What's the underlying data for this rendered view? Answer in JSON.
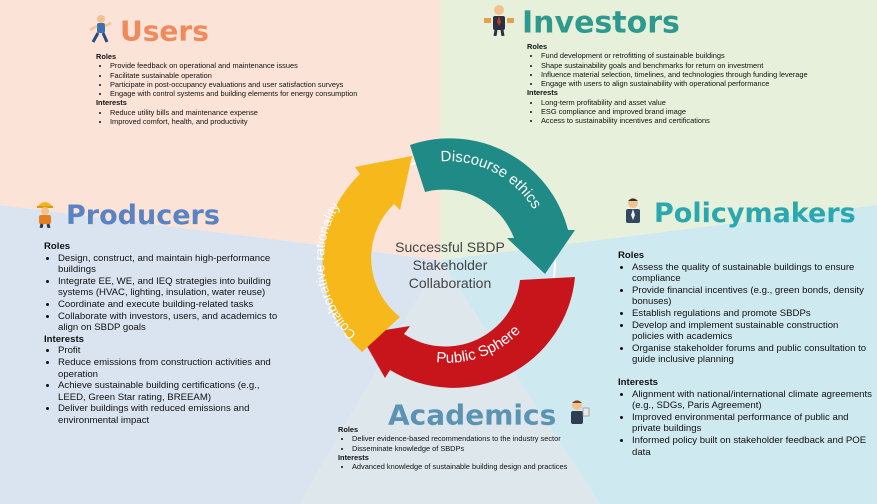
{
  "center_text": [
    "Successful SBDP",
    "Stakeholder",
    "Collaboration"
  ],
  "arrows": {
    "discourse_ethics": "Discourse ethics",
    "public_sphere": "Public Sphere",
    "collaborative_rationality": "Collaborative rationality"
  },
  "users": {
    "title": "Users",
    "roles_label": "Roles",
    "roles": [
      "Provide feedback on operational and maintenance issues",
      "Facilitate sustainable operation",
      "Participate in post-occupancy evaluations and user satisfaction surveys",
      "Engage with control systems and building elements for energy consumption"
    ],
    "interests_label": "Interests",
    "interests": [
      "Reduce utility bills and maintenance expense",
      "Improved comfort, health, and productivity"
    ]
  },
  "investors": {
    "title": "Investors",
    "roles_label": "Roles",
    "roles": [
      "Fund development or retrofitting of sustainable buildings",
      "Shape sustainability goals and benchmarks for return on investment",
      "Influence material selection, timelines, and technologies through funding leverage",
      "Engage with users to align sustainability with operational performance"
    ],
    "interests_label": "Interests",
    "interests": [
      "Long-term profitability and asset value",
      "ESG compliance and improved brand image",
      "Access to sustainability incentives and certifications"
    ]
  },
  "producers": {
    "title": "Producers",
    "roles_label": "Roles",
    "roles": [
      "Design, construct, and maintain high-performance buildings",
      "Integrate EE, WE, and IEQ strategies into building systems (HVAC, lighting, insulation, water reuse)",
      "Coordinate and execute building-related tasks",
      "Collaborate with investors, users, and academics to align on SBDP goals"
    ],
    "interests_label": "Interests",
    "interests": [
      "Profit",
      "Reduce emissions from construction activities and operation",
      "Achieve sustainable building certifications (e.g., LEED, Green Star rating, BREEAM)",
      "Deliver buildings with reduced emissions and environmental impact"
    ]
  },
  "policymakers": {
    "title": "Policymakers",
    "roles_label": "Roles",
    "roles": [
      "Assess the quality of sustainable buildings to ensure compliance",
      "Provide financial incentives (e.g., green bonds, density bonuses)",
      "Establish regulations and promote SBDPs",
      "Develop and implement sustainable construction policies with academics",
      "Organise stakeholder forums and public consultation to guide inclusive planning"
    ],
    "interests_label": "Interests",
    "interests": [
      "Alignment with national/international climate agreements (e.g., SDGs, Paris Agreement)",
      "Improved environmental performance of public and private buildings",
      "Informed policy built on stakeholder feedback and POE data"
    ]
  },
  "academics": {
    "title": "Academics",
    "roles_label": "Roles",
    "roles": [
      "Deliver evidence-based recommendations to the industry sector",
      "Disseminate knowledge of SBDPs"
    ],
    "interests_label": "Interests",
    "interests": [
      "Advanced knowledge of sustainable building design and practices"
    ]
  },
  "colors": {
    "users_bg": "#fbe3d8",
    "investors_bg": "#e6f0da",
    "producers_bg": "#dae4f1",
    "policymakers_bg": "#cfe9f0",
    "academics_bg": "#dde7ec",
    "teal_arrow": "#1f8a86",
    "red_arrow": "#c8151b",
    "yellow_arrow": "#f6b81a"
  },
  "icons": {
    "users": "running-person-icon",
    "investors": "business-person-icon",
    "producers": "construction-worker-icon",
    "policymakers": "official-person-icon",
    "academics": "teacher-icon"
  }
}
